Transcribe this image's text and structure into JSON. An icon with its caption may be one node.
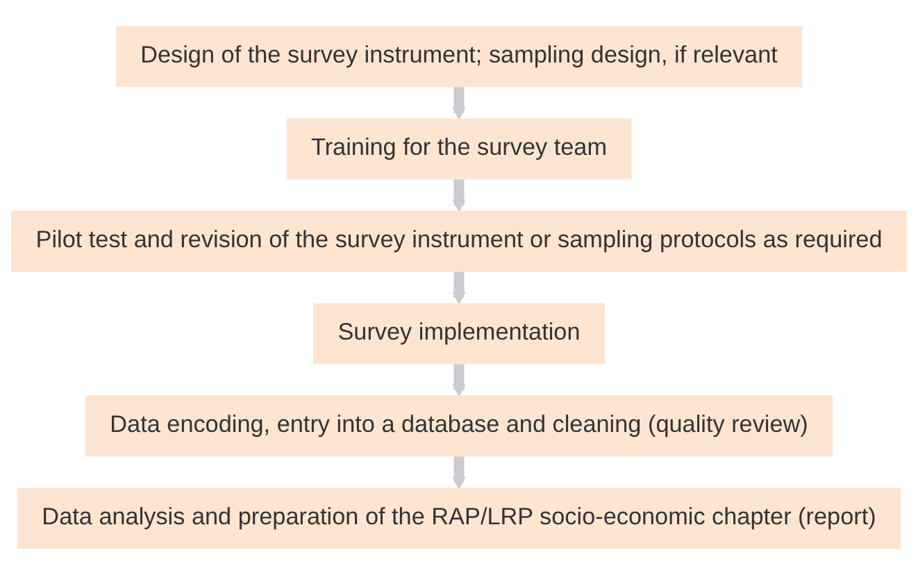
{
  "diagram": {
    "nodes": [
      {
        "text": [
          "Design of the survey instrument; sampling design, if relevant"
        ]
      },
      {
        "text": [
          "Training for the survey team"
        ]
      },
      {
        "text": [
          "Pilot test and revision of the survey instrument or sampling protocols as required"
        ]
      },
      {
        "text": [
          "Survey implementation"
        ]
      },
      {
        "text": [
          "Data encoding, entry into a database and cleaning (quality review)"
        ]
      },
      {
        "text": [
          "Data analysis and preparation of the RAP/LRP socio-economic chapter (report)"
        ]
      }
    ],
    "edges": [
      {
        "from": 0,
        "to": 1,
        "arrow": "to"
      },
      {
        "from": 1,
        "to": 2,
        "arrow": "to"
      },
      {
        "from": 2,
        "to": 3,
        "arrow": "to"
      },
      {
        "from": 3,
        "to": 4,
        "arrow": "to"
      },
      {
        "from": 4,
        "to": 5,
        "arrow": "to"
      }
    ]
  }
}
